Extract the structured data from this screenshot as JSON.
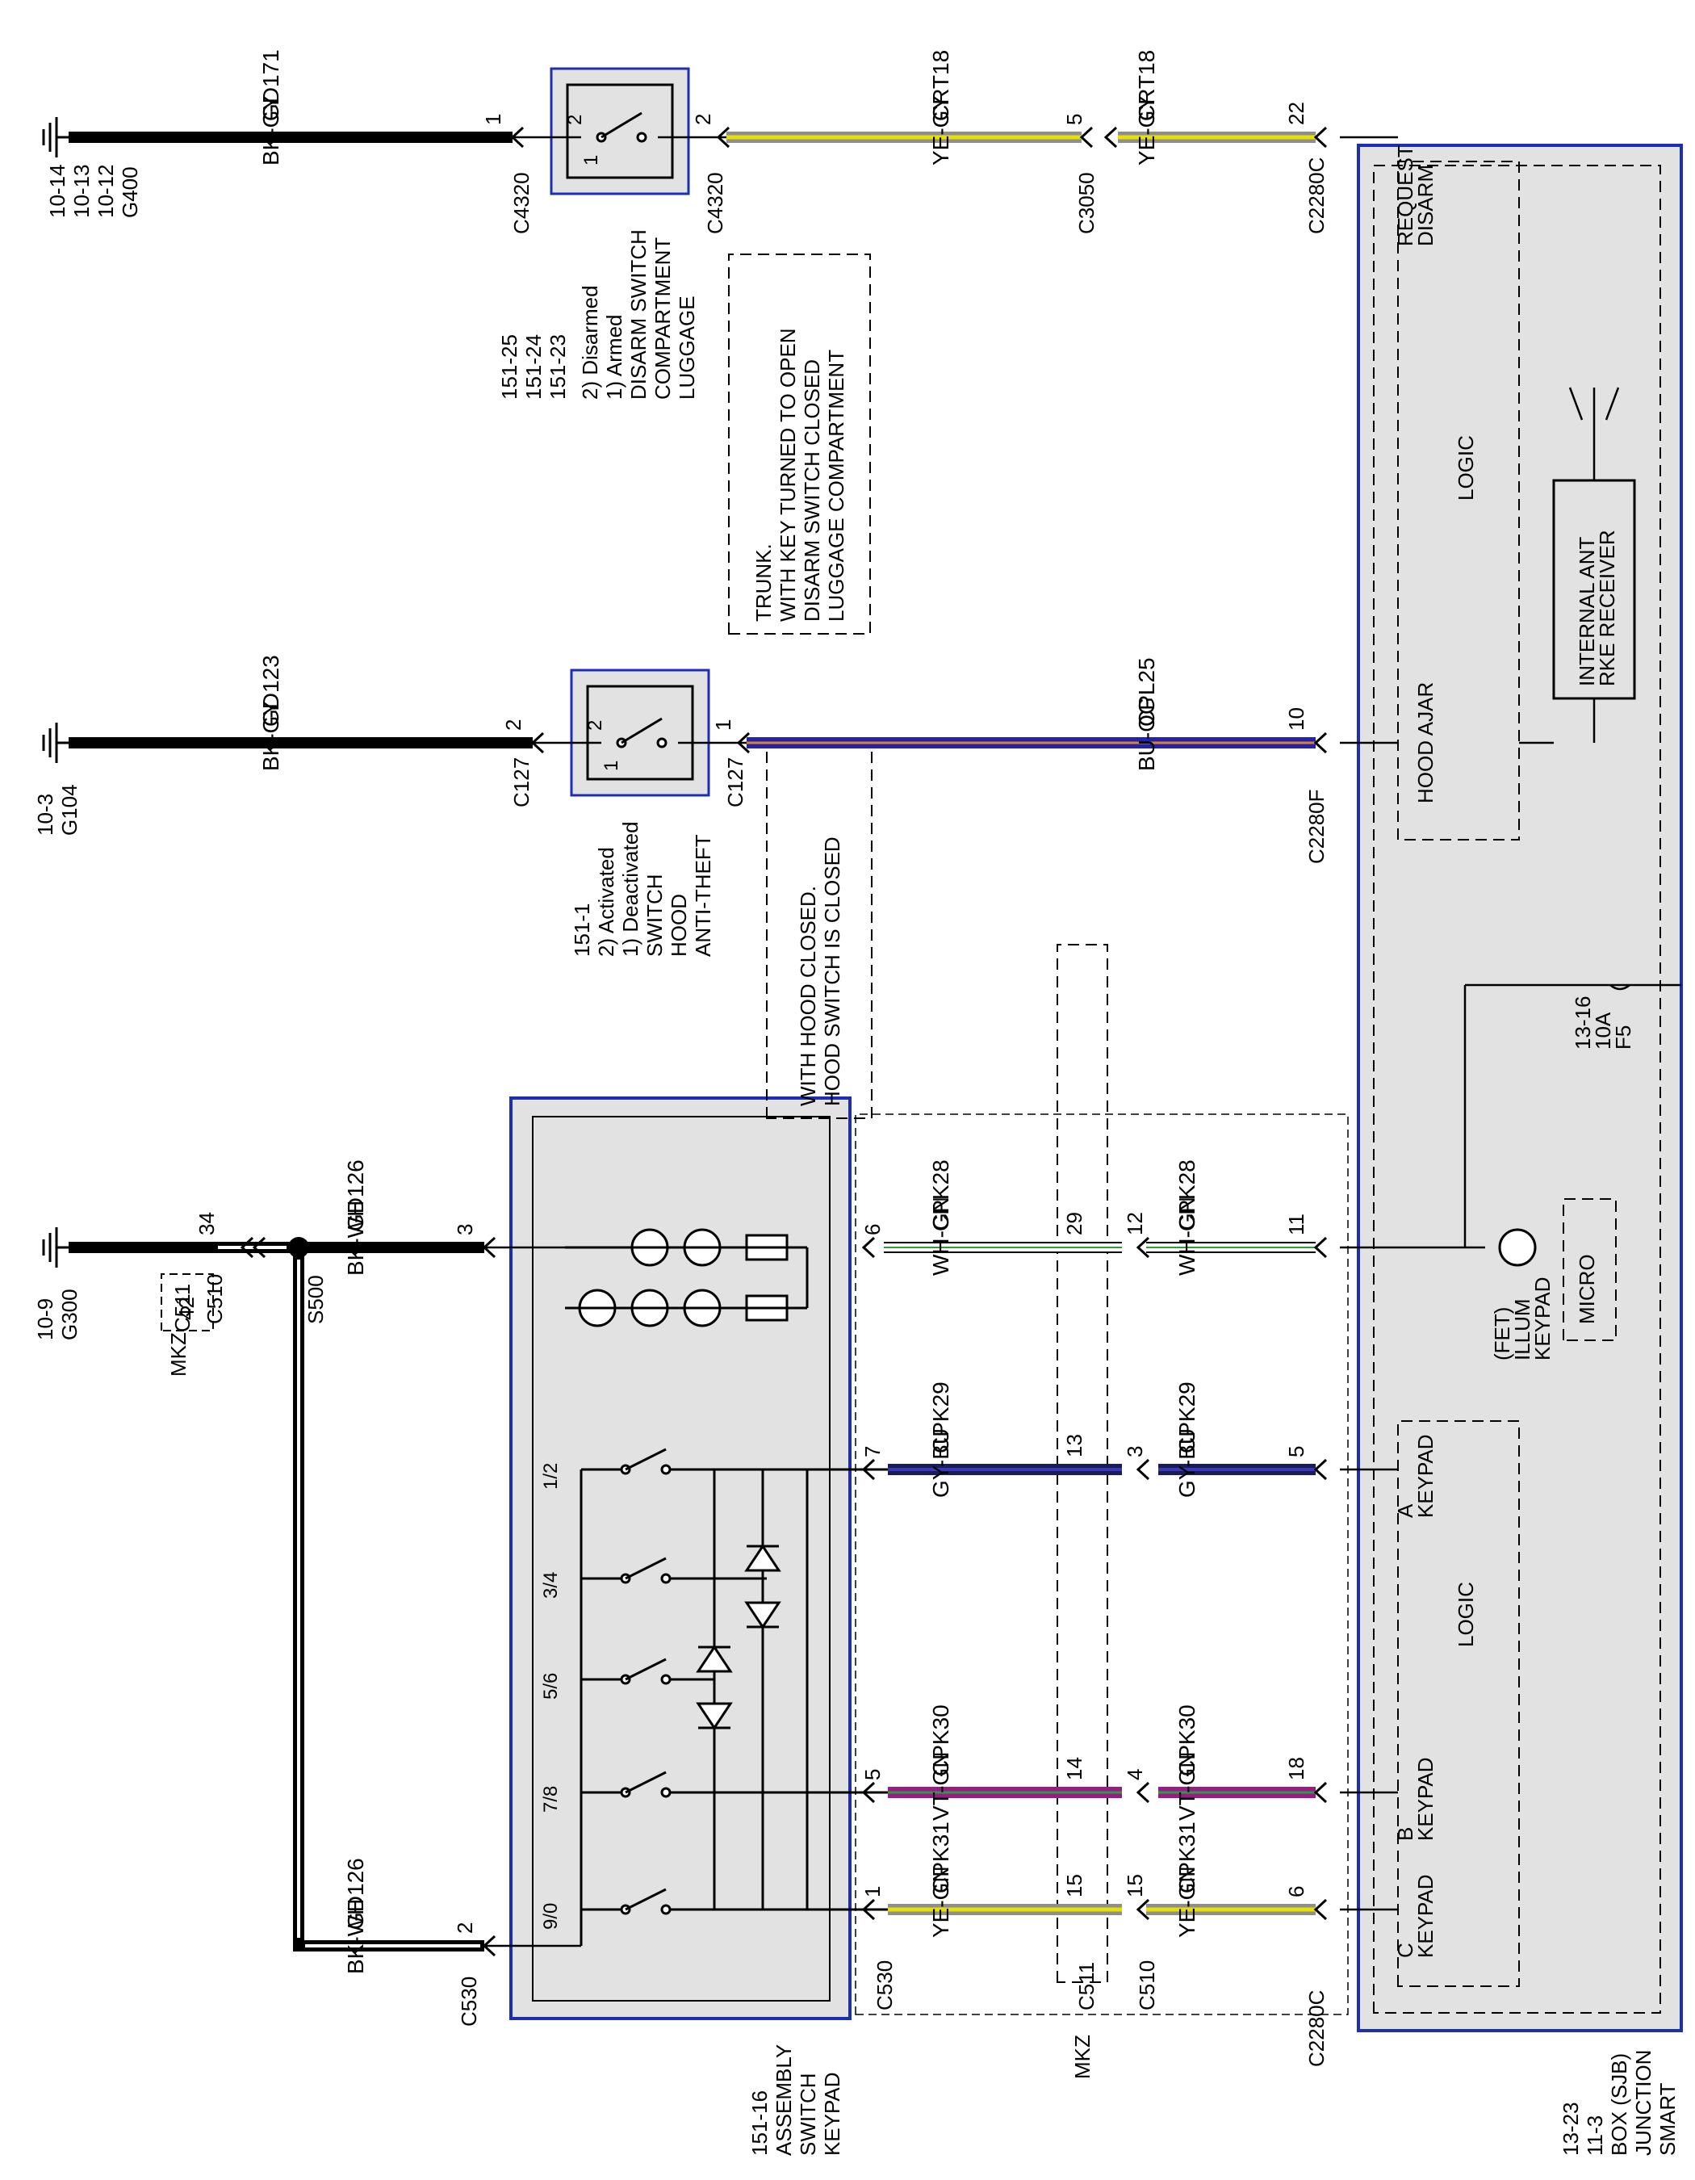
{
  "colors": {
    "module_fill": "#e2e2e2",
    "module_border": "#1c2fb2",
    "yellow": "#e8e000",
    "gray": "#8e8e8e",
    "blue": "#2222aa",
    "purple": "#9a1a8a",
    "black": "#000000",
    "white": "#ffffff"
  },
  "ground_left_labels": {
    "g400": [
      "G400",
      "10-12",
      "10-13",
      "10-14"
    ],
    "g104": [
      "G104",
      "10-3"
    ],
    "g300": [
      "G300",
      "10-9"
    ]
  },
  "circuits": {
    "gd171": {
      "id": "GD171",
      "color": "BK-GY"
    },
    "gd123": {
      "id": "GD123",
      "color": "BK-GY"
    },
    "gd126": {
      "id": "GD126",
      "color": "BK-WH"
    },
    "crt18": {
      "id": "CRT18",
      "color": "YE-GY"
    },
    "cpl25": {
      "id": "CPL25",
      "color": "BU-OG"
    },
    "cpk28": {
      "id": "CPK28",
      "color": "WH-GN"
    },
    "cpk29": {
      "id": "CPK29",
      "color": "GY-BU"
    },
    "cpk30": {
      "id": "CPK30",
      "color": "VT-GN"
    },
    "cpk31": {
      "id": "CPK31",
      "color": "YE-GN"
    }
  },
  "connectors": {
    "c4320": "C4320",
    "c3050": "C3050",
    "c2280c": "C2280C",
    "c127": "C127",
    "c2280f": "C2280F",
    "c530": "C530",
    "c511": "C511",
    "c510": "C510",
    "s500": "S500",
    "mkz": "MKZ"
  },
  "pins": {
    "p1": "1",
    "p2": "2",
    "p3": "3",
    "p4": "4",
    "p5": "5",
    "p6": "6",
    "p7": "7",
    "p10": "10",
    "p11": "11",
    "p12": "12",
    "p13": "13",
    "p14": "14",
    "p15": "15",
    "p18": "18",
    "p22": "22",
    "p29": "29",
    "p34": "34",
    "p42": "42"
  },
  "components": {
    "luggage_switch": [
      "LUGGAGE",
      "COMPARTMENT",
      "DISARM SWITCH",
      "151-23",
      "151-24",
      "151-25"
    ],
    "luggage_positions": [
      "1) Armed",
      "2) Disarmed"
    ],
    "hood_switch": [
      "ANTI-THEFT",
      "HOOD",
      "SWITCH",
      "151-1"
    ],
    "hood_positions": [
      "1) Deactivated",
      "2) Activated"
    ],
    "keypad_assembly": [
      "KEYPAD",
      "SWITCH",
      "ASSEMBLY",
      "151-16"
    ],
    "sjb": [
      "SMART",
      "JUNCTION",
      "BOX (SJB)",
      "11-3",
      "13-23"
    ]
  },
  "notes": {
    "luggage": [
      "LUGGAGE COMPARTMENT",
      "DISARM SWITCH CLOSED",
      "WITH KEY TURNED TO OPEN",
      "TRUNK."
    ],
    "hood": [
      "HOOD SWITCH IS CLOSED",
      "WITH HOOD CLOSED."
    ]
  },
  "sjb_internal": {
    "disarm_request": [
      "DISARM",
      "REQUEST"
    ],
    "logic": "LOGIC",
    "rke": [
      "RKE RECEIVER",
      "INTERNAL ANT"
    ],
    "hood_ajar": "HOOD AJAR",
    "fuse": [
      "F5",
      "10A",
      "13-16"
    ],
    "micro": "MICRO",
    "keypad_illum": [
      "KEYPAD",
      "ILLUM",
      "(FET)"
    ],
    "keypad_a": [
      "KEYPAD",
      "A"
    ],
    "keypad_b": [
      "KEYPAD",
      "B"
    ],
    "keypad_c": [
      "KEYPAD",
      "C"
    ]
  },
  "switch_labels": {
    "one": "1",
    "two": "2",
    "keys": [
      "1/2",
      "3/4",
      "5/6",
      "7/8",
      "9/0"
    ]
  }
}
